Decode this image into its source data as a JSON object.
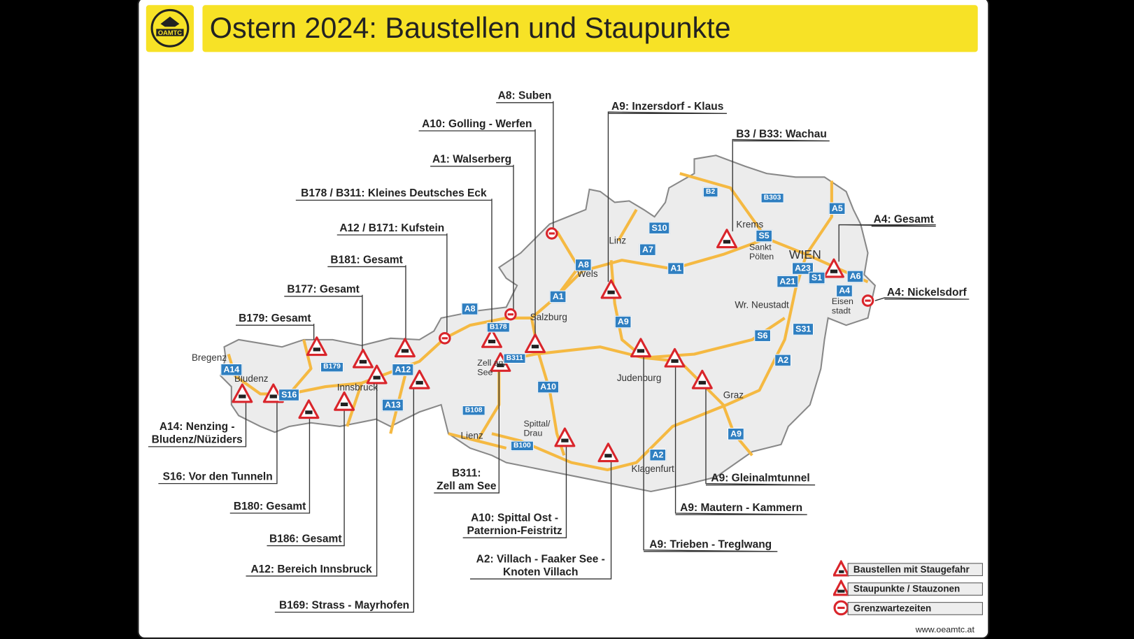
{
  "header": {
    "title": "Ostern 2024: Baustellen und Staupunkte",
    "logo_text": "ÖAMTC",
    "brand_color": "#f7e226"
  },
  "labels": [
    {
      "lines": [
        "A8: Suben"
      ],
      "type": "border"
    },
    {
      "lines": [
        "A10: Golling - Werfen"
      ],
      "type": "construction"
    },
    {
      "lines": [
        "A1: Walserberg"
      ],
      "type": "border"
    },
    {
      "lines": [
        "B178 / B311: Kleines Deutsches Eck"
      ],
      "type": "jam"
    },
    {
      "lines": [
        "A12 / B171: Kufstein"
      ],
      "type": "border"
    },
    {
      "lines": [
        "B181: Gesamt"
      ],
      "type": "jam"
    },
    {
      "lines": [
        "B177: Gesamt"
      ],
      "type": "jam"
    },
    {
      "lines": [
        "B179: Gesamt"
      ],
      "type": "jam"
    },
    {
      "lines": [
        "A9: Inzersdorf - Klaus"
      ],
      "type": "construction"
    },
    {
      "lines": [
        "B3 / B33: Wachau"
      ],
      "type": "construction"
    },
    {
      "lines": [
        "A4: Gesamt"
      ],
      "type": "construction"
    },
    {
      "lines": [
        "A4: Nickelsdorf"
      ],
      "type": "border"
    },
    {
      "lines": [
        "A14: Nenzing -",
        "Bludenz/Nüziders"
      ],
      "type": "construction"
    },
    {
      "lines": [
        "S16: Vor den Tunneln"
      ],
      "type": "jam"
    },
    {
      "lines": [
        "B180: Gesamt"
      ],
      "type": "jam"
    },
    {
      "lines": [
        "B186: Gesamt"
      ],
      "type": "jam"
    },
    {
      "lines": [
        "A12: Bereich Innsbruck"
      ],
      "type": "jam"
    },
    {
      "lines": [
        "B169: Strass - Mayrhofen"
      ],
      "type": "construction"
    },
    {
      "lines": [
        "B311:",
        "Zell am See"
      ],
      "type": "construction"
    },
    {
      "lines": [
        "A10: Spittal Ost -",
        "Paternion-Feistritz"
      ],
      "type": "construction"
    },
    {
      "lines": [
        "A2: Villach - Faaker See -",
        "Knoten Villach"
      ],
      "type": "construction"
    },
    {
      "lines": [
        "A9: Trieben - Treglwang"
      ],
      "type": "construction"
    },
    {
      "lines": [
        "A9: Mautern - Kammern"
      ],
      "type": "construction"
    },
    {
      "lines": [
        "A9: Gleinalmtunnel"
      ],
      "type": "construction"
    }
  ],
  "cities": [
    "Linz",
    "Wels",
    "Salzburg",
    "Krems",
    "Sankt Pölten",
    "WIEN",
    "Wr. Neustadt",
    "Eisen stadt",
    "Bregenz",
    "Bludenz",
    "Innsbruck",
    "Zell am See",
    "Judenburg",
    "Graz",
    "Spittal/ Drau",
    "Lienz",
    "Klagenfurt"
  ],
  "roads": [
    "A8",
    "A1",
    "A8",
    "A7",
    "S10",
    "A1",
    "A9",
    "S5",
    "A5",
    "A6",
    "A4",
    "A23",
    "A21",
    "S1",
    "S31",
    "S6",
    "A2",
    "A9",
    "A2",
    "A10",
    "A12",
    "A13",
    "A14",
    "S16",
    "B179",
    "B178",
    "B311",
    "B108",
    "B100",
    "B2",
    "B303"
  ],
  "legend": [
    {
      "icon": "construction",
      "label": "Baustellen mit Staugefahr"
    },
    {
      "icon": "jam",
      "label": "Staupunkte / Stauzonen"
    },
    {
      "icon": "border",
      "label": "Grenzwartezeiten"
    }
  ],
  "footer": {
    "url": "www.oeamtc.at"
  },
  "colors": {
    "road": "#f5b942",
    "marker": "#d9252b",
    "shield": "#2f7fc1"
  }
}
